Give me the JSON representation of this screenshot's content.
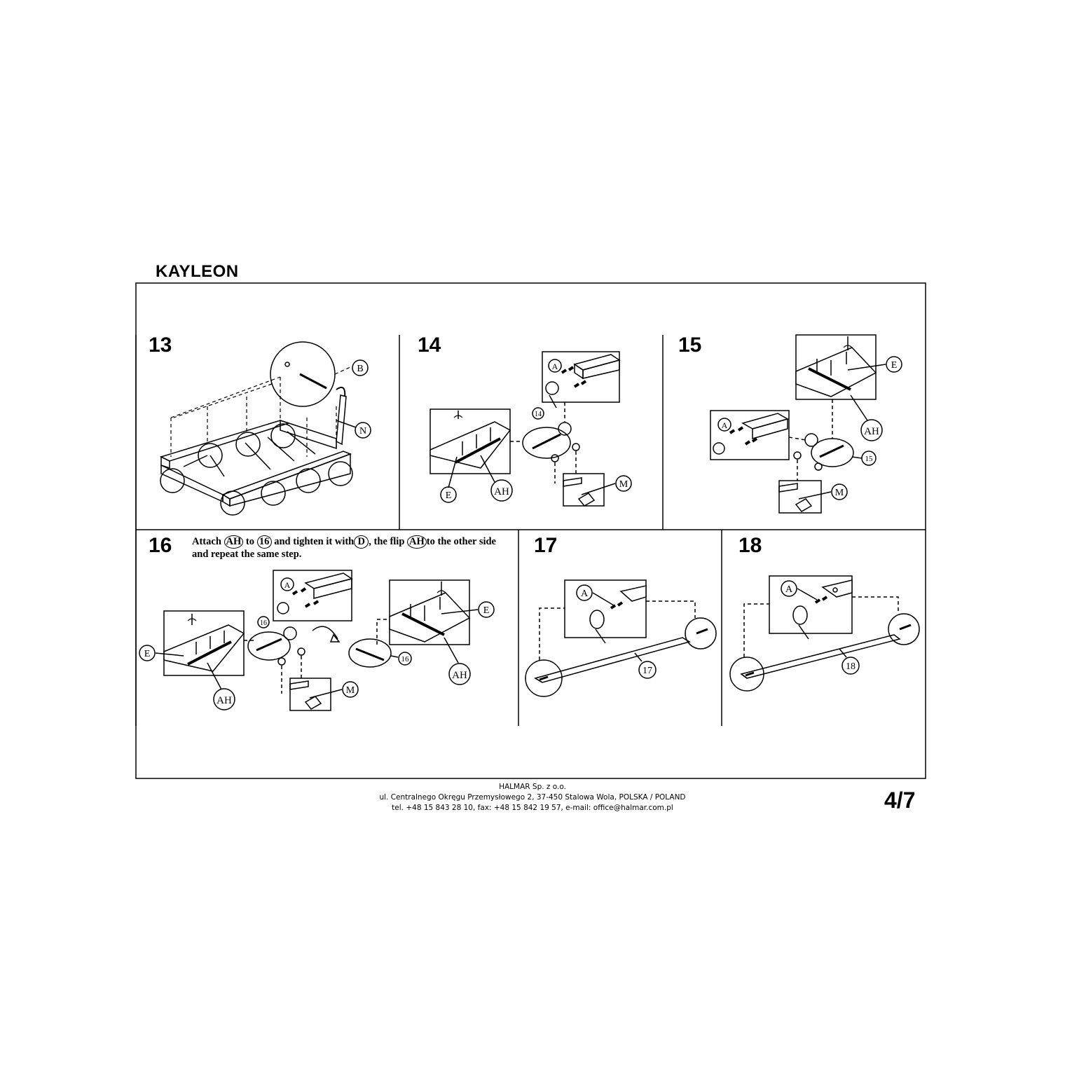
{
  "document": {
    "title": "KAYLEON",
    "page": "4/7"
  },
  "steps": [
    {
      "number": "13",
      "parts": [
        "B",
        "N"
      ]
    },
    {
      "number": "14",
      "parts": [
        "A",
        "14",
        "M",
        "E",
        "AH"
      ]
    },
    {
      "number": "15",
      "parts": [
        "E",
        "A",
        "AH",
        "15",
        "M"
      ]
    },
    {
      "number": "16",
      "parts": [
        "A",
        "16",
        "E",
        "M",
        "AH"
      ],
      "instruction": {
        "w1": "Attach",
        "c1": "AH",
        "w2": "to",
        "c2": "16",
        "w3": "and tighten it with",
        "c3": "D",
        "w4": ", the flip",
        "c4": "AH",
        "w5": "to the other side",
        "line2": "and repeat the same step."
      }
    },
    {
      "number": "17",
      "parts": [
        "A",
        "17"
      ]
    },
    {
      "number": "18",
      "parts": [
        "A",
        "18"
      ]
    }
  ],
  "footer": {
    "company": "HALMAR Sp. z o.o.",
    "address": "ul. Centralnego Okręgu Przemysłowego 2, 37-450 Stalowa Wola, POLSKA / POLAND",
    "contact": "tel. +48 15 843 28 10, fax: +48 15 842 19 57, e-mail: office@halmar.com.pl"
  }
}
